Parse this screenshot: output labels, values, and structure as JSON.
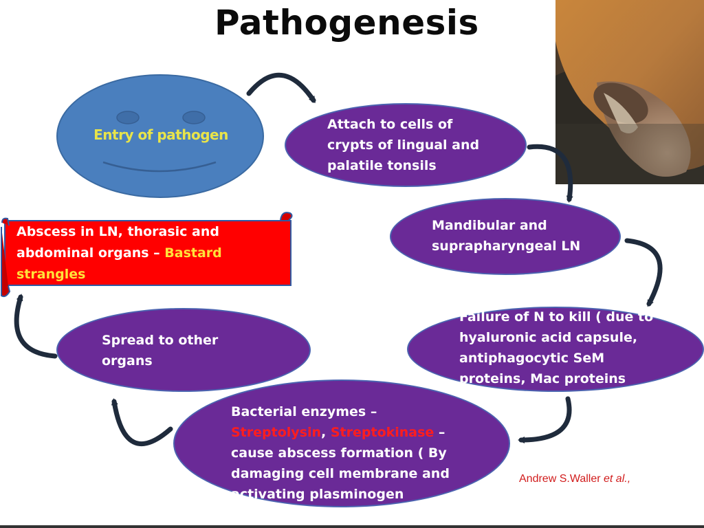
{
  "title": "Pathogenesis",
  "entry": {
    "label": "Entry of pathogen"
  },
  "nodes": {
    "attach": [
      "Attach to cells of",
      "crypts of lingual and",
      "palatile tonsils"
    ],
    "mandibular": [
      "Mandibular and",
      "suprapharyngeal LN"
    ],
    "failure": [
      "Failure of N to kill ( due to",
      "hyaluronic acid capsule,",
      "antiphagocytic SeM",
      "proteins, Mac proteins"
    ],
    "bacterial": {
      "line1": "Bacterial enzymes –",
      "enzyme1": "Streptolysin",
      "sep": ", ",
      "enzyme2": "Streptokinase",
      "dash": " –",
      "line3": "cause abscess formation ( By",
      "line4": "damaging cell membrane and",
      "line5": "activating plasminogen"
    },
    "spread": [
      "Spread to other",
      "organs"
    ]
  },
  "abscess": {
    "line1": "Abscess in LN, thorasic and",
    "line2_part1": "abdominal organs – ",
    "line2_highlight": "Bastard",
    "line3": "strangles"
  },
  "citation": {
    "author": "Andrew S.Waller ",
    "etal": "et al.,"
  },
  "colors": {
    "node_fill": "#6a2a97",
    "entry_fill": "#4a7fbe",
    "entry_text": "#e8e44a",
    "scroll_fill": "#ff0000",
    "highlight": "#ffe23a",
    "enzyme_red": "#ff1d1d",
    "arrow": "#1f2b3c"
  }
}
